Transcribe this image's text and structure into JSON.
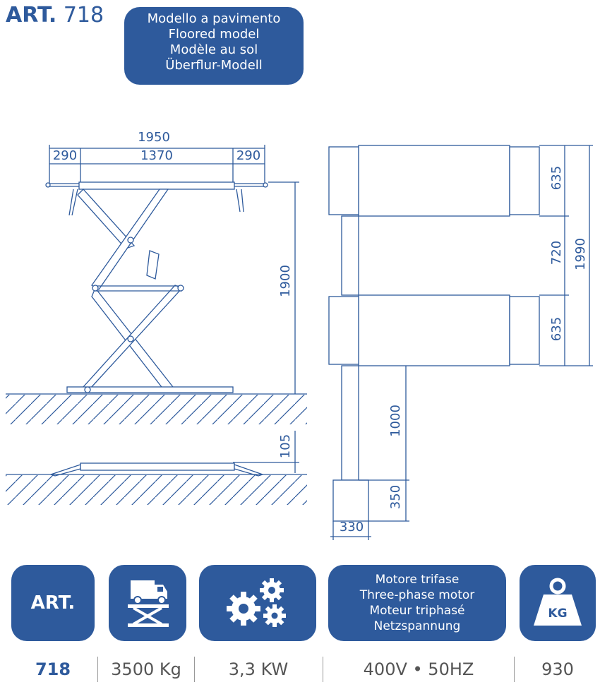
{
  "header": {
    "art_label": "ART.",
    "art_number": "718",
    "model_lines": [
      "Modello a pavimento",
      "Floored model",
      "Modèle au sol",
      "Überflur-Modell"
    ]
  },
  "dimensions": {
    "overall_width": "1950",
    "side_left": "290",
    "center": "1370",
    "side_right": "290",
    "max_height": "1900",
    "min_height": "105",
    "platform_len_top": "635",
    "gap": "720",
    "platform_len_bottom": "635",
    "overall_length": "1990",
    "cable_len": "1000",
    "unit_height": "350",
    "unit_width": "330"
  },
  "specs": {
    "art_label": "ART.",
    "motor_lines": [
      "Motore trifase",
      "Three-phase motor",
      "Moteur triphasé",
      "Netzspannung"
    ],
    "kg_label": "KG"
  },
  "values": {
    "art": "718",
    "capacity": "3500 Kg",
    "power": "3,3 KW",
    "voltage": "400V • 50HZ",
    "weight": "930"
  },
  "colors": {
    "brand_blue": "#2e5a9c",
    "line_color": "#2e5a9c",
    "value_gray": "#555555"
  },
  "icons": {
    "lift": "truck-on-lift-icon",
    "power": "gears-icon",
    "weight": "weight-kg-icon"
  }
}
